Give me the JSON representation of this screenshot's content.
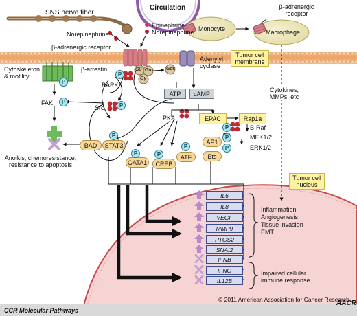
{
  "labels": {
    "sns": "SNS nerve fiber",
    "circulation": "Circulation",
    "epinephrine": "Epinephrine",
    "norepinephrine_circ": "Norepinephrine",
    "norepinephrine_nerve": "Norepinephrine",
    "beta_receptor_top": "β-adrenergic receptor",
    "beta_receptor_mem": "β-adrenergic receptor",
    "monocyte": "Monocyte",
    "macrophage": "Macrophage",
    "tumor_membrane": "Tumor cell membrane",
    "cytoskeleton": "Cytoskeleton & motility",
    "beta_arrestin": "β-arrestin",
    "bark": "BARK",
    "adenylyl": "Adenylyl cyclase",
    "atp": "ATP",
    "camp": "cAMP",
    "pka": "PKA",
    "epac": "EPAC",
    "rap1a": "Rap1a",
    "braf": "B-Raf",
    "mek": "MEK1/2",
    "erk": "ERK1/2",
    "fak": "FAK",
    "src": "Src",
    "bad": "BAD",
    "stat3": "STAT3",
    "gata1": "GATA1",
    "creb": "CREB",
    "atf": "ATF",
    "ap1": "AP1",
    "ets": "Ets",
    "anoikis": "Anoikis, chemoresistance, resistance to apoptosis",
    "cytokines": "Cytokines, MMPs, etc",
    "tumor_nucleus": "Tumor cell nucleus",
    "inflammation": "Inflammation",
    "angiogenesis": "Angiogenesis",
    "tissue_invasion": "Tissue invasion",
    "emt": "EMT",
    "impaired": "Impaired cellular immune response",
    "phospho": "P",
    "g_beta": "Gβ",
    "g_alpha": "Gαs",
    "g_gamma": "Gγ",
    "copyright": "© 2011 American Association for Cancer Research",
    "footer": "CCR Molecular Pathways",
    "logo": "AACR"
  },
  "genes_up": [
    "IL6",
    "IL8",
    "VEGF",
    "MMP9",
    "PTGS2",
    "SNAI2"
  ],
  "genes_down": [
    "IFNB",
    "IFNG",
    "IL12B"
  ],
  "colors": {
    "membrane": "#f2ab6b",
    "label_box": "#fff3a3",
    "nucleus": "#f7d4d4",
    "nucleus_edge": "#c84a4a",
    "phospho": "#a9e4ef",
    "tf": "#f6d89a",
    "gene_box": "#d7dcf0",
    "up_arrow": "#b889c9",
    "down_cross": "#c49fd3",
    "receptor": "#d67d87",
    "node_red": "#c0282f",
    "fak_green": "#6dbb5b"
  },
  "icons": [
    "receptor-icon",
    "up-arrow-icon",
    "cross-icon",
    "phospho-icon"
  ]
}
